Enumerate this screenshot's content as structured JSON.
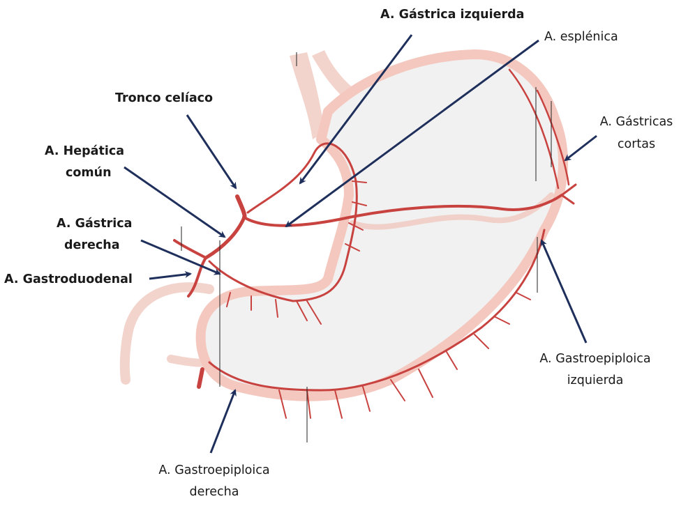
{
  "labels": {
    "gastrica_izquierda": "A. Gástrica izquierda",
    "esplenica": "A. esplénica",
    "tronco_celiaco": "Tronco celíaco",
    "gastricas_cortas_l1": "A. Gástricas",
    "gastricas_cortas_l2": "cortas",
    "hepatica_comun_l1": "A. Hepática",
    "hepatica_comun_l2": "común",
    "gastrica_derecha_l1": "A. Gástrica",
    "gastrica_derecha_l2": "derecha",
    "gastroduodenal": "A. Gastroduodenal",
    "gastroepiploica_izquierda_l1": "A. Gastroepiploica",
    "gastroepiploica_izquierda_l2": "izquierda",
    "gastroepiploica_derecha_l1": "A. Gastroepiploica",
    "gastroepiploica_derecha_l2": "derecha"
  },
  "colors": {
    "artery": "#c8423f",
    "artery_light": "#e9a49b",
    "stomach_fill": "#f1f1f1",
    "stomach_rim": "#f4c8bf",
    "arrow": "#1f2f5c",
    "text": "#1a1a1a"
  }
}
